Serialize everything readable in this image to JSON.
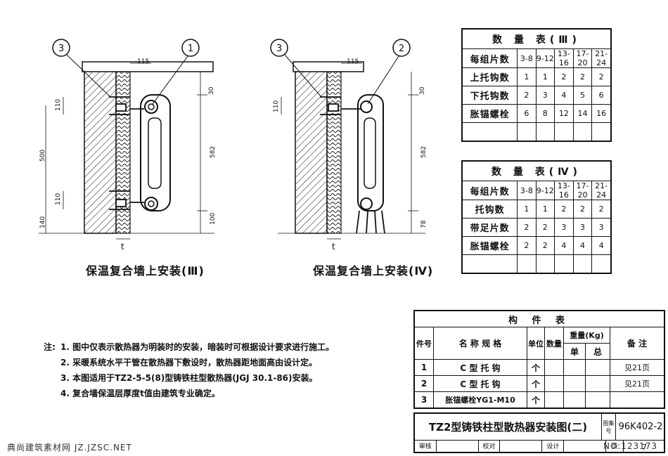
{
  "drawing_left": {
    "caption": "保温复合墙上安装(Ⅲ)",
    "callouts": [
      "3",
      "1"
    ],
    "dims": {
      "d115": "115",
      "d30": "30",
      "d110a": "110",
      "d500": "500",
      "d582": "582",
      "d110b": "110",
      "d140": "140",
      "d100": "100",
      "t": "t"
    }
  },
  "drawing_right": {
    "caption": "保温复合墙上安装(Ⅳ)",
    "callouts": [
      "3",
      "2"
    ],
    "dims": {
      "d115": "115",
      "d30": "30",
      "d110": "110",
      "d582": "582",
      "d78": "78",
      "t": "t"
    }
  },
  "table3": {
    "title": "数 量 表(Ⅲ)",
    "headers": [
      "每组片数",
      "3-8",
      "9-12",
      "13-16",
      "17-20",
      "21-24"
    ],
    "rows": [
      [
        "上托钩数",
        "1",
        "1",
        "2",
        "2",
        "2"
      ],
      [
        "下托钩数",
        "2",
        "3",
        "4",
        "5",
        "6"
      ],
      [
        "胀锚螺栓",
        "6",
        "8",
        "12",
        "14",
        "16"
      ]
    ]
  },
  "table4": {
    "title": "数 量 表(Ⅳ)",
    "headers": [
      "每组片数",
      "3-8",
      "9-12",
      "13-16",
      "17-20",
      "21-24"
    ],
    "rows": [
      [
        "托钩数",
        "1",
        "1",
        "2",
        "2",
        "2"
      ],
      [
        "带足片数",
        "2",
        "2",
        "3",
        "3",
        "3"
      ],
      [
        "胀锚螺栓",
        "2",
        "2",
        "4",
        "4",
        "4"
      ]
    ]
  },
  "notes": {
    "prefix": "注:",
    "items": [
      "1. 图中仅表示散热器为明装时的安装，暗装时可根据设计要求进行施工。",
      "2. 采暖系统水平干管在散热器下敷设时，散热器距地面高由设计定。",
      "3. 本图适用于TZ2-5-5(8)型铸铁柱型散热器(JGJ 30.1-86)安装。",
      "4. 复合墙保温层厚度t值由建筑专业确定。"
    ]
  },
  "parts_table": {
    "title": "构 件 表",
    "h_no": "件号",
    "h_name": "名 称 规 格",
    "h_unit": "单位",
    "h_qty": "数量",
    "h_weight": "重量(Kg)",
    "h_single": "单",
    "h_total": "总",
    "h_remark": "备 注",
    "rows": [
      {
        "no": "1",
        "name": "C 型 托 钩",
        "unit": "个",
        "remark": "见21页"
      },
      {
        "no": "2",
        "name": "C 型 托 钩",
        "unit": "个",
        "remark": "见21页"
      },
      {
        "no": "3",
        "name": "胀锚螺栓YG1-M10",
        "unit": "个",
        "remark": ""
      }
    ]
  },
  "title_block": {
    "title": "TZ2型铸铁柱型散热器安装图(二)",
    "atlas_label": "图集号",
    "atlas_no": "96K402-2",
    "review": "审核",
    "check": "校对",
    "design": "设计",
    "page": "页",
    "page_no": "7"
  },
  "watermark_left": "典尚建筑素材网 JZ.JZSC.NET",
  "watermark_right": "NO:123173"
}
